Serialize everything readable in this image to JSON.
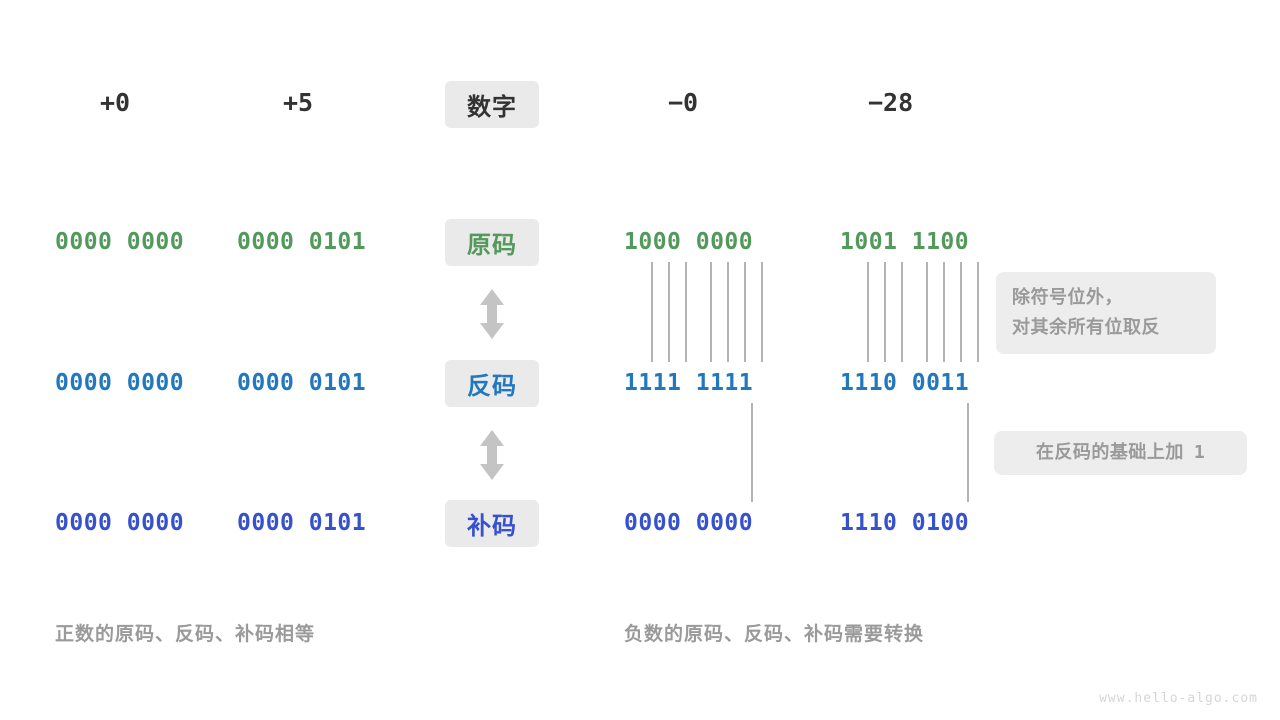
{
  "colors": {
    "green": "#52995B",
    "blue": "#2178BE",
    "indigo": "#3651CC",
    "gray_text": "#9A9A9A",
    "dark_text": "#333333",
    "chip_bg": "#EAEAEA",
    "note_bg": "#EDEDED",
    "line": "#808080",
    "arrow": "#C4C4C4",
    "watermark": "#D6D6D6"
  },
  "header": {
    "pos_zero": "+0",
    "pos_five": "+5",
    "center_label": "数字",
    "neg_zero": "−0",
    "neg_twentyeight": "−28"
  },
  "rows": [
    {
      "key": "true_form",
      "label": "原码",
      "color_key": "green",
      "values": {
        "pos_zero": "0000 0000",
        "pos_five": "0000 0101",
        "neg_zero": "1000 0000",
        "neg_twentyeight": "1001 1100"
      }
    },
    {
      "key": "ones_complement",
      "label": "反码",
      "color_key": "blue",
      "values": {
        "pos_zero": "0000 0000",
        "pos_five": "0000 0101",
        "neg_zero": "1111 1111",
        "neg_twentyeight": "1110 0011"
      }
    },
    {
      "key": "twos_complement",
      "label": "补码",
      "color_key": "indigo",
      "values": {
        "pos_zero": "0000 0000",
        "pos_five": "0000 0101",
        "neg_zero": "0000 0000",
        "neg_twentyeight": "1110 0100"
      }
    }
  ],
  "notes": {
    "invert_line1": "除符号位外，",
    "invert_line2": "对其余所有位取反",
    "add_one_text": "在反码的基础上加",
    "add_one_value": "1"
  },
  "captions": {
    "positive": "正数的原码、反码、补码相等",
    "negative": "负数的原码、反码、补码需要转换"
  },
  "watermark": "www.hello-algo.com",
  "connectors": {
    "invert_bit_count": 7,
    "carry_bit_count": 1
  }
}
